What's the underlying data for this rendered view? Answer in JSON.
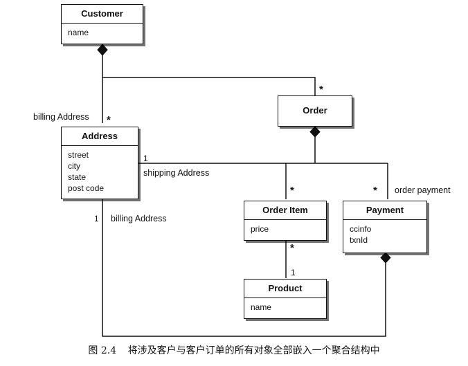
{
  "classes": {
    "customer": {
      "name": "Customer",
      "attributes": [
        "name"
      ]
    },
    "order": {
      "name": "Order",
      "attributes": []
    },
    "address": {
      "name": "Address",
      "attributes": [
        "street",
        "city",
        "state",
        "post code"
      ]
    },
    "order_item": {
      "name": "Order Item",
      "attributes": [
        "price"
      ]
    },
    "payment": {
      "name": "Payment",
      "attributes": [
        "ccinfo",
        "txnId"
      ]
    },
    "product": {
      "name": "Product",
      "attributes": [
        "name"
      ]
    }
  },
  "labels": {
    "billing_address_top": "billing Address",
    "shipping_address": "shipping Address",
    "billing_address_bottom": "billing Address",
    "order_payment": "order payment"
  },
  "multiplicities": {
    "star": "*",
    "one": "1"
  },
  "caption": {
    "figure": "图 2.4",
    "text": "将涉及客户与客户订单的所有对象全部嵌入一个聚合结构中"
  }
}
